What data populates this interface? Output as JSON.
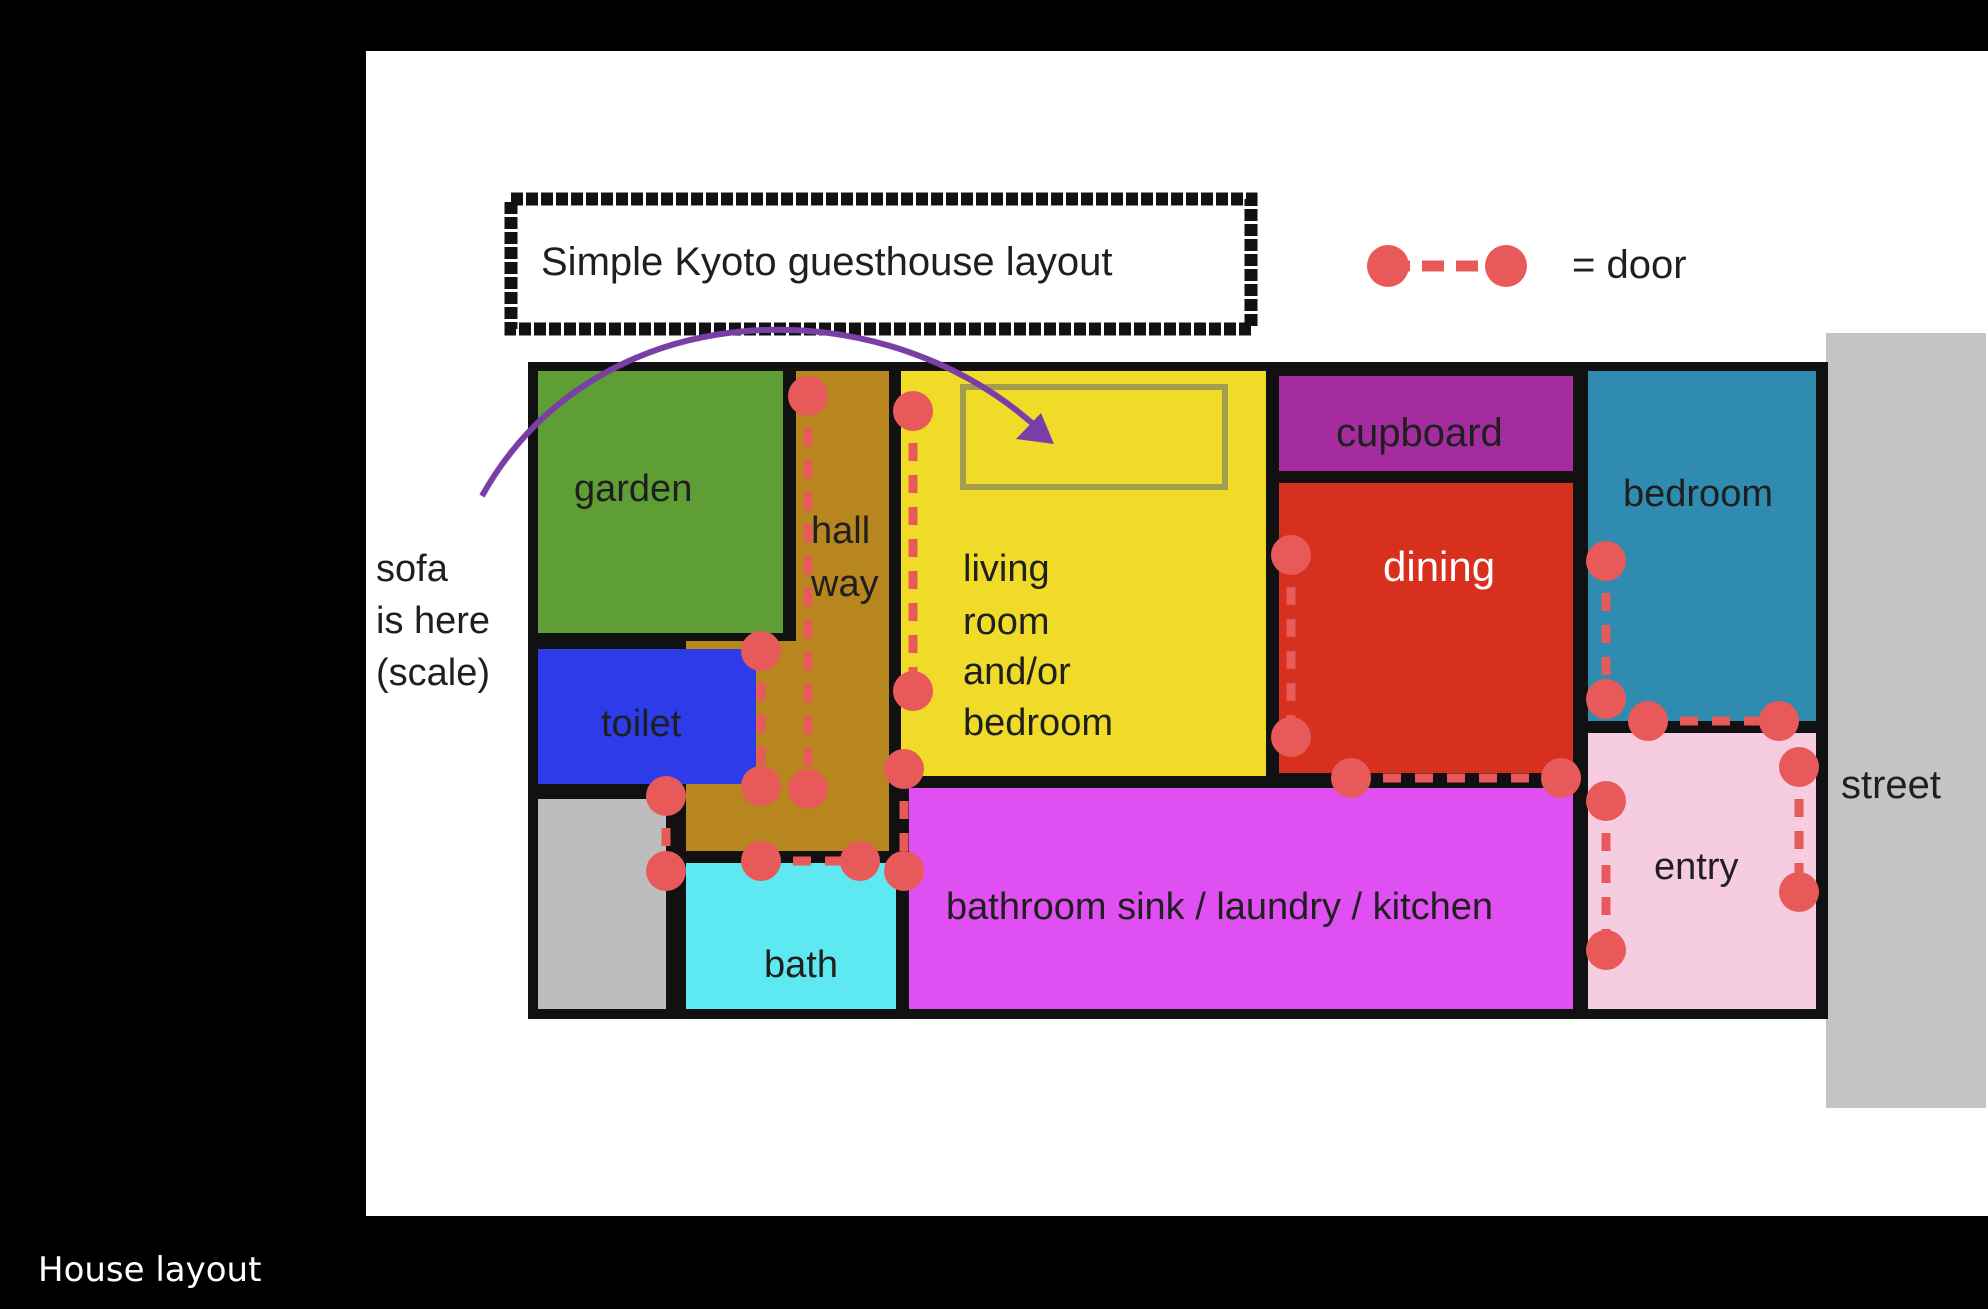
{
  "caption": "House layout",
  "diagram": {
    "title": "Simple Kyoto guesthouse layout",
    "legend": {
      "label": "= door",
      "symbol": "door-symbol"
    },
    "annotation": {
      "lines": [
        "sofa",
        "is here",
        "(scale)"
      ]
    },
    "rooms": {
      "garden": "garden",
      "hallway": [
        "hall",
        "way"
      ],
      "living": [
        "living",
        "room",
        "and/or",
        "bedroom"
      ],
      "cupboard": "cupboard",
      "dining": "dining",
      "bedroom": "bedroom",
      "toilet": "toilet",
      "bath": "bath",
      "kitchen": "bathroom sink / laundry / kitchen",
      "entry": "entry",
      "street": "street"
    },
    "colors": {
      "garden": "#5e9e35",
      "hallway": "#b8861f",
      "living": "#f0dc28",
      "cupboard": "#a42c9e",
      "dining": "#d8301f",
      "bedroom": "#2f8bb0",
      "toilet": "#2d3ce8",
      "storage": "#bdbdbd",
      "bath": "#5ee8f2",
      "kitchen": "#e04ff2",
      "entry": "#f6cde0",
      "street": "#c4c4c4",
      "door": "#e85a5a",
      "arrow": "#7a3fa6",
      "outline": "#111111"
    }
  }
}
